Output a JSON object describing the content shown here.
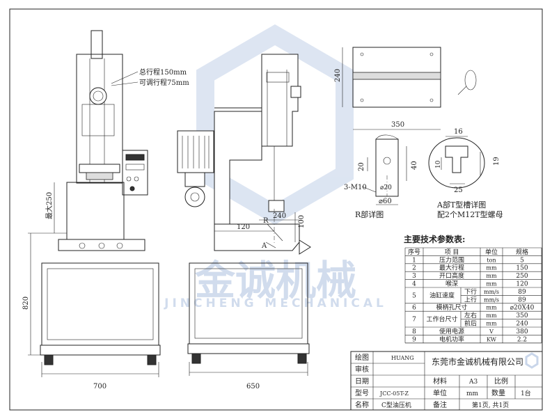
{
  "watermark": {
    "brand": "金诚机械",
    "sub": "JINCHENG MECHANICAL"
  },
  "front_view": {
    "stroke_total": "总行程150mm",
    "stroke_adjustable": "可调行程75mm",
    "dim_max": "最大250",
    "dim_height": "820",
    "dim_width": "700"
  },
  "side_view": {
    "dim_throat": "120",
    "dim_240": "240",
    "dim_100": "100",
    "label_r": "R",
    "label_a": "A",
    "dim_width": "650"
  },
  "table_view": {
    "dim_240": "240",
    "dim_350": "350"
  },
  "detail_r": {
    "dim_20": "20",
    "dim_40": "40",
    "dim_d20": "⌀20",
    "dim_d60": "⌀60",
    "thread": "3-M10",
    "caption": "R部详图"
  },
  "detail_a": {
    "dim_16": "16",
    "dim_10": "10",
    "dim_19": "19",
    "dim_25": "25",
    "caption1": "A部T型槽详图",
    "caption2": "配2个M12T型螺母"
  },
  "spec": {
    "title": "主要技术参数表:",
    "headers": [
      "序号",
      "项 目",
      "单位",
      "规格"
    ],
    "rows": [
      {
        "no": "1",
        "item": "压力范围",
        "unit": "ton",
        "value": "5"
      },
      {
        "no": "2",
        "item": "最大行程",
        "unit": "mm",
        "value": "150"
      },
      {
        "no": "3",
        "item": "开口高度",
        "unit": "mm",
        "value": "250"
      },
      {
        "no": "4",
        "item": "喉深",
        "unit": "mm",
        "value": "120"
      },
      {
        "no": "5",
        "item": "油缸速度",
        "sub1": "下行",
        "sub2": "上行",
        "unit1": "mm/s",
        "unit2": "mm/s",
        "value1": "89",
        "value2": "89"
      },
      {
        "no": "6",
        "item": "模柄孔尺寸",
        "unit": "mm",
        "value": "⌀20X40"
      },
      {
        "no": "7",
        "item": "工作台尺寸",
        "sub1": "左右",
        "sub2": "前后",
        "unit1": "mm",
        "unit2": "mm",
        "value1": "350",
        "value2": "240"
      },
      {
        "no": "8",
        "item": "使用电源",
        "unit": "V",
        "value": "380"
      },
      {
        "no": "9",
        "item": "电机功率",
        "unit": "KW",
        "value": "2.2"
      }
    ]
  },
  "title_block": {
    "drawn_label": "绘图",
    "drawn_value": "HUANG",
    "review_label": "审核",
    "date_label": "日期",
    "model_label": "型号",
    "model_value": "JCC-05T-Z",
    "name_label": "名称",
    "name_value": "C型油压机",
    "company": "东莞市金诚机械有限公司",
    "material_label": "材料",
    "material_value": "A3",
    "scale_label": "比例",
    "unit_label": "单位",
    "unit_value": "mm",
    "qty_label": "数量",
    "qty_value": "1台",
    "note_label": "备注",
    "page_value": "第1页, 共1页"
  }
}
